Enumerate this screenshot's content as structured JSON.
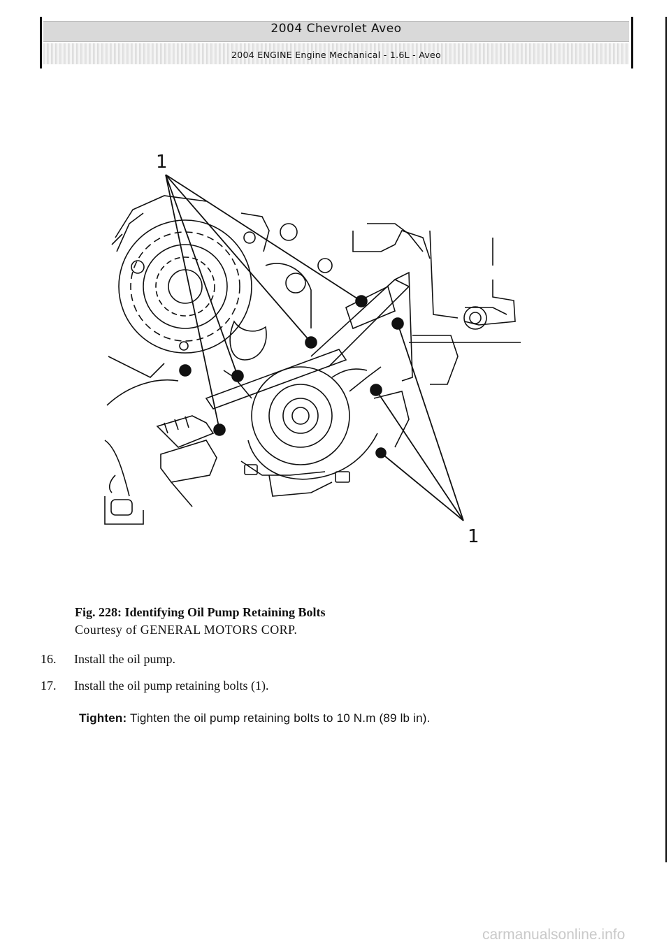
{
  "header": {
    "title": "2004 Chevrolet Aveo",
    "subtitle": "2004 ENGINE Engine Mechanical - 1.6L - Aveo"
  },
  "figure": {
    "callouts": [
      "1",
      "1"
    ]
  },
  "caption": {
    "title": "Fig. 228: Identifying Oil Pump Retaining Bolts",
    "credit": "Courtesy of GENERAL MOTORS CORP."
  },
  "steps": [
    {
      "number": "16.",
      "text": "Install the oil pump."
    },
    {
      "number": "17.",
      "text": "Install the oil pump retaining bolts (1)."
    }
  ],
  "tighten": {
    "label": "Tighten:",
    "text": "Tighten the oil pump retaining bolts to 10 N.m (89 lb in)."
  },
  "watermark": "carmanualsonline.info"
}
